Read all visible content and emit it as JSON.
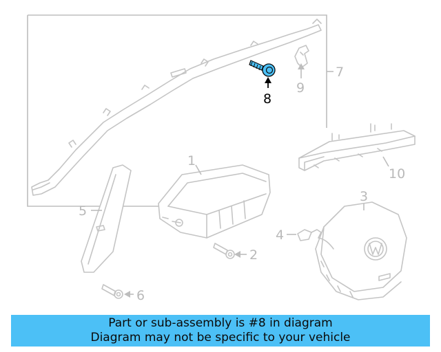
{
  "diagram": {
    "highlight_color": "#4cc0f6",
    "callouts": [
      {
        "id": "1",
        "label": "1"
      },
      {
        "id": "2",
        "label": "2"
      },
      {
        "id": "3",
        "label": "3"
      },
      {
        "id": "4",
        "label": "4"
      },
      {
        "id": "5",
        "label": "5"
      },
      {
        "id": "6",
        "label": "6"
      },
      {
        "id": "7",
        "label": "7"
      },
      {
        "id": "8",
        "label": "8",
        "highlighted": true
      },
      {
        "id": "9",
        "label": "9"
      },
      {
        "id": "10",
        "label": "10"
      }
    ]
  },
  "banner": {
    "line1": "Part or sub-assembly is #8 in diagram",
    "line2": "Diagram may not be specific to your vehicle",
    "color": "#4cc0f6"
  }
}
